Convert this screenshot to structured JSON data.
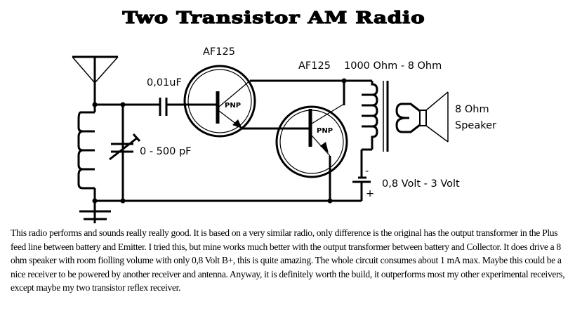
{
  "title": "Two Transistor AM Radio",
  "schematic": {
    "transistor1_label": "AF125",
    "transistor2_label": "AF125",
    "transistor_type": "PNP",
    "transformer_label": "1000 Ohm - 8 Ohm",
    "coupling_cap_label": "0,01uF",
    "tuning_cap_label": "0 - 500 pF",
    "speaker_label_1": "8  Ohm",
    "speaker_label_2": "Speaker",
    "battery_minus": "-",
    "battery_label": "0,8 Volt - 3 Volt",
    "battery_plus": "+"
  },
  "description": "This radio performs and sounds really really good. It is based on a very similar radio, only difference is the original has the output transformer in the Plus feed line between battery and Emitter. I tried this, but mine works much better with the output transformer between battery and Collector. It does drive a 8 ohm speaker with room fiolling volume with only 0,8 Volt B+, this is quite amazing. The whole circuit consumes about 1 mA max. Maybe this could be a nice receiver to be powered by another receiver and antenna. Anyway, it is definitely worth the build, it outperforms most my other experimental receivers, except maybe my two transistor reflex receiver."
}
